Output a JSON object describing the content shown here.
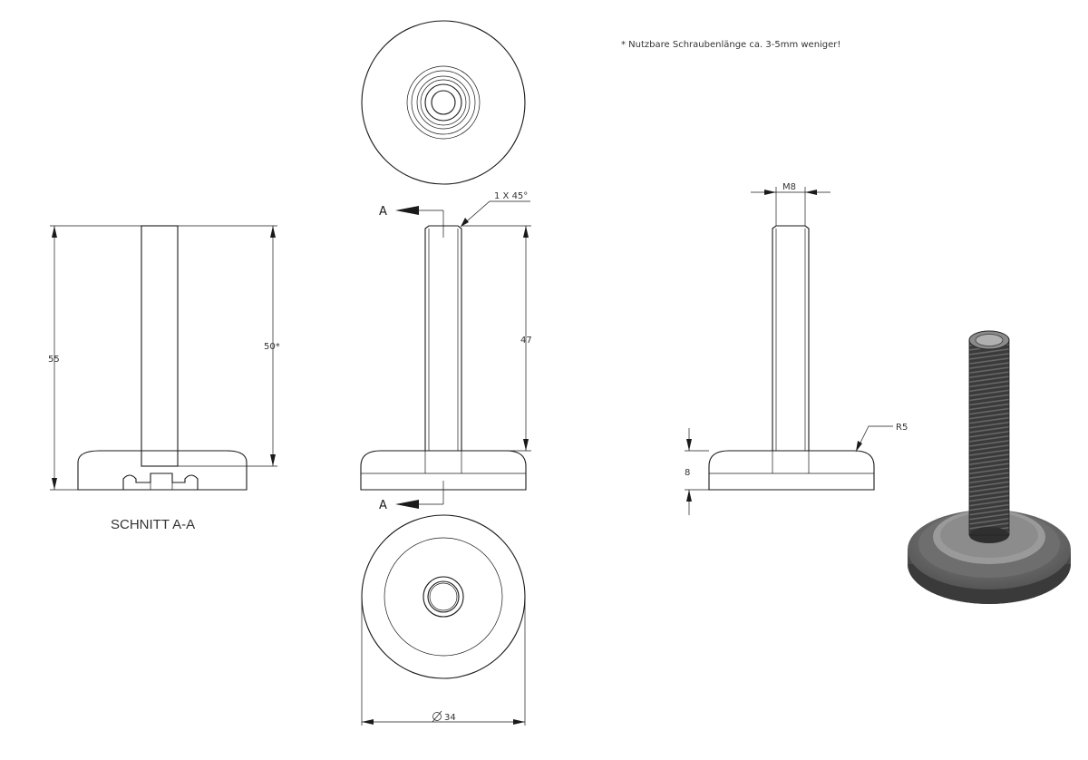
{
  "note": "* Nutzbare Schraubenlänge ca. 3-5mm weniger!",
  "section_title": "SCHNITT A-A",
  "section_marker": "A",
  "dimensions": {
    "total_height": "55",
    "usable_length": "50*",
    "thread_length": "47",
    "chamfer": "1 X 45°",
    "thread": "M8",
    "radius": "R5",
    "base_height": "8",
    "diameter": "34"
  },
  "colors": {
    "line": "#1a1a1a",
    "rubber": "#6b6b6b",
    "rubber_dark": "#4a4a4a",
    "rubber_light": "#9a9a9a",
    "thread_dark": "#333333"
  }
}
